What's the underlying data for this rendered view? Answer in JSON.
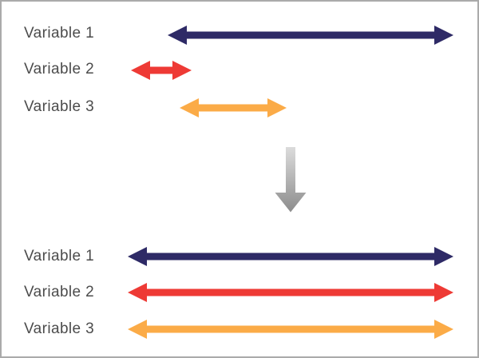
{
  "colors": {
    "navy": "#2e2a66",
    "red": "#ee3a35",
    "orange": "#fbab47",
    "label_text": "#4c4c4c",
    "frame_border": "#aaaaaa",
    "background": "#ffffff",
    "transform_arrow_top": "#dcdcdc",
    "transform_arrow_bottom": "#8c8c8c"
  },
  "before_group": {
    "rows": [
      {
        "label": "Variable 1",
        "color": "#2e2a66",
        "arrow": "navy-double-arrow",
        "relative_length": "long"
      },
      {
        "label": "Variable 2",
        "color": "#ee3a35",
        "arrow": "red-double-arrow",
        "relative_length": "short"
      },
      {
        "label": "Variable 3",
        "color": "#fbab47",
        "arrow": "orange-double-arrow",
        "relative_length": "medium"
      }
    ]
  },
  "after_group": {
    "rows": [
      {
        "label": "Variable 1",
        "color": "#2e2a66",
        "arrow": "navy-double-arrow",
        "relative_length": "full"
      },
      {
        "label": "Variable 2",
        "color": "#ee3a35",
        "arrow": "red-double-arrow",
        "relative_length": "full"
      },
      {
        "label": "Variable 3",
        "color": "#fbab47",
        "arrow": "orange-double-arrow",
        "relative_length": "full"
      }
    ]
  },
  "transform": {
    "icon": "down-arrow-gradient"
  }
}
